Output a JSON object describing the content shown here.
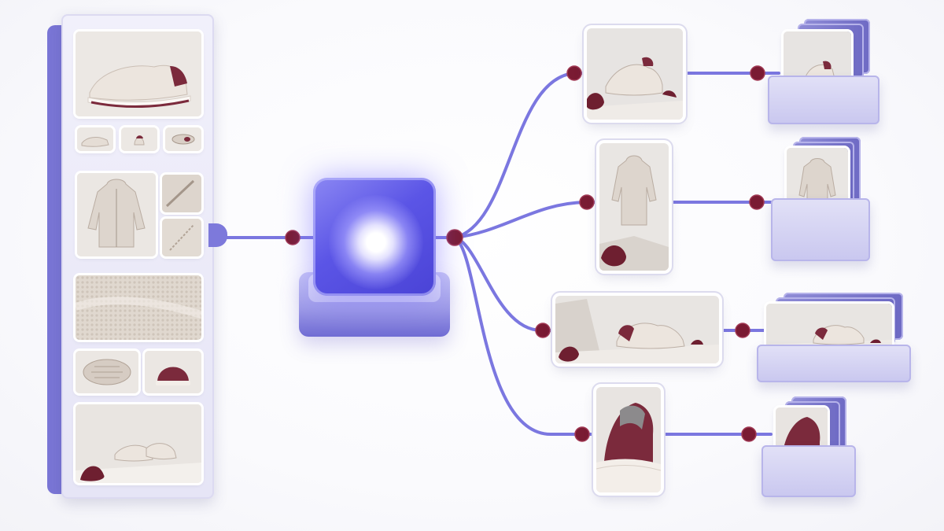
{
  "colors": {
    "accent": "#6f6bd8",
    "connector": "#7b77e0",
    "node": "#7a1b33",
    "cube": "#5b55e6",
    "tray": "#c9c7ef",
    "product_cream": "#e8e2dc",
    "product_burgundy": "#7b2a3c"
  },
  "source_panel": {
    "tiles": [
      {
        "name": "sneaker-hero-photo"
      },
      {
        "name": "sneaker-thumb-side"
      },
      {
        "name": "sneaker-thumb-heel"
      },
      {
        "name": "sneaker-thumb-sole"
      },
      {
        "name": "zip-hoodie-photo"
      },
      {
        "name": "hoodie-collar-detail"
      },
      {
        "name": "hoodie-zipper-detail"
      },
      {
        "name": "knit-fabric-texture"
      },
      {
        "name": "sneaker-outsole-photo"
      },
      {
        "name": "sneaker-heel-collar-photo"
      },
      {
        "name": "sneaker-pair-lifestyle-photo"
      }
    ]
  },
  "hub": {
    "icon": "processing-cube-icon"
  },
  "outputs": [
    {
      "name": "sneaker-on-rocks-card",
      "tray": "sneaker-tray"
    },
    {
      "name": "hoodie-on-rocks-card",
      "tray": "hoodie-tray"
    },
    {
      "name": "sneaker-wide-banner-card",
      "tray": "banner-tray"
    },
    {
      "name": "heel-closeup-card",
      "tray": "heel-tray"
    }
  ]
}
